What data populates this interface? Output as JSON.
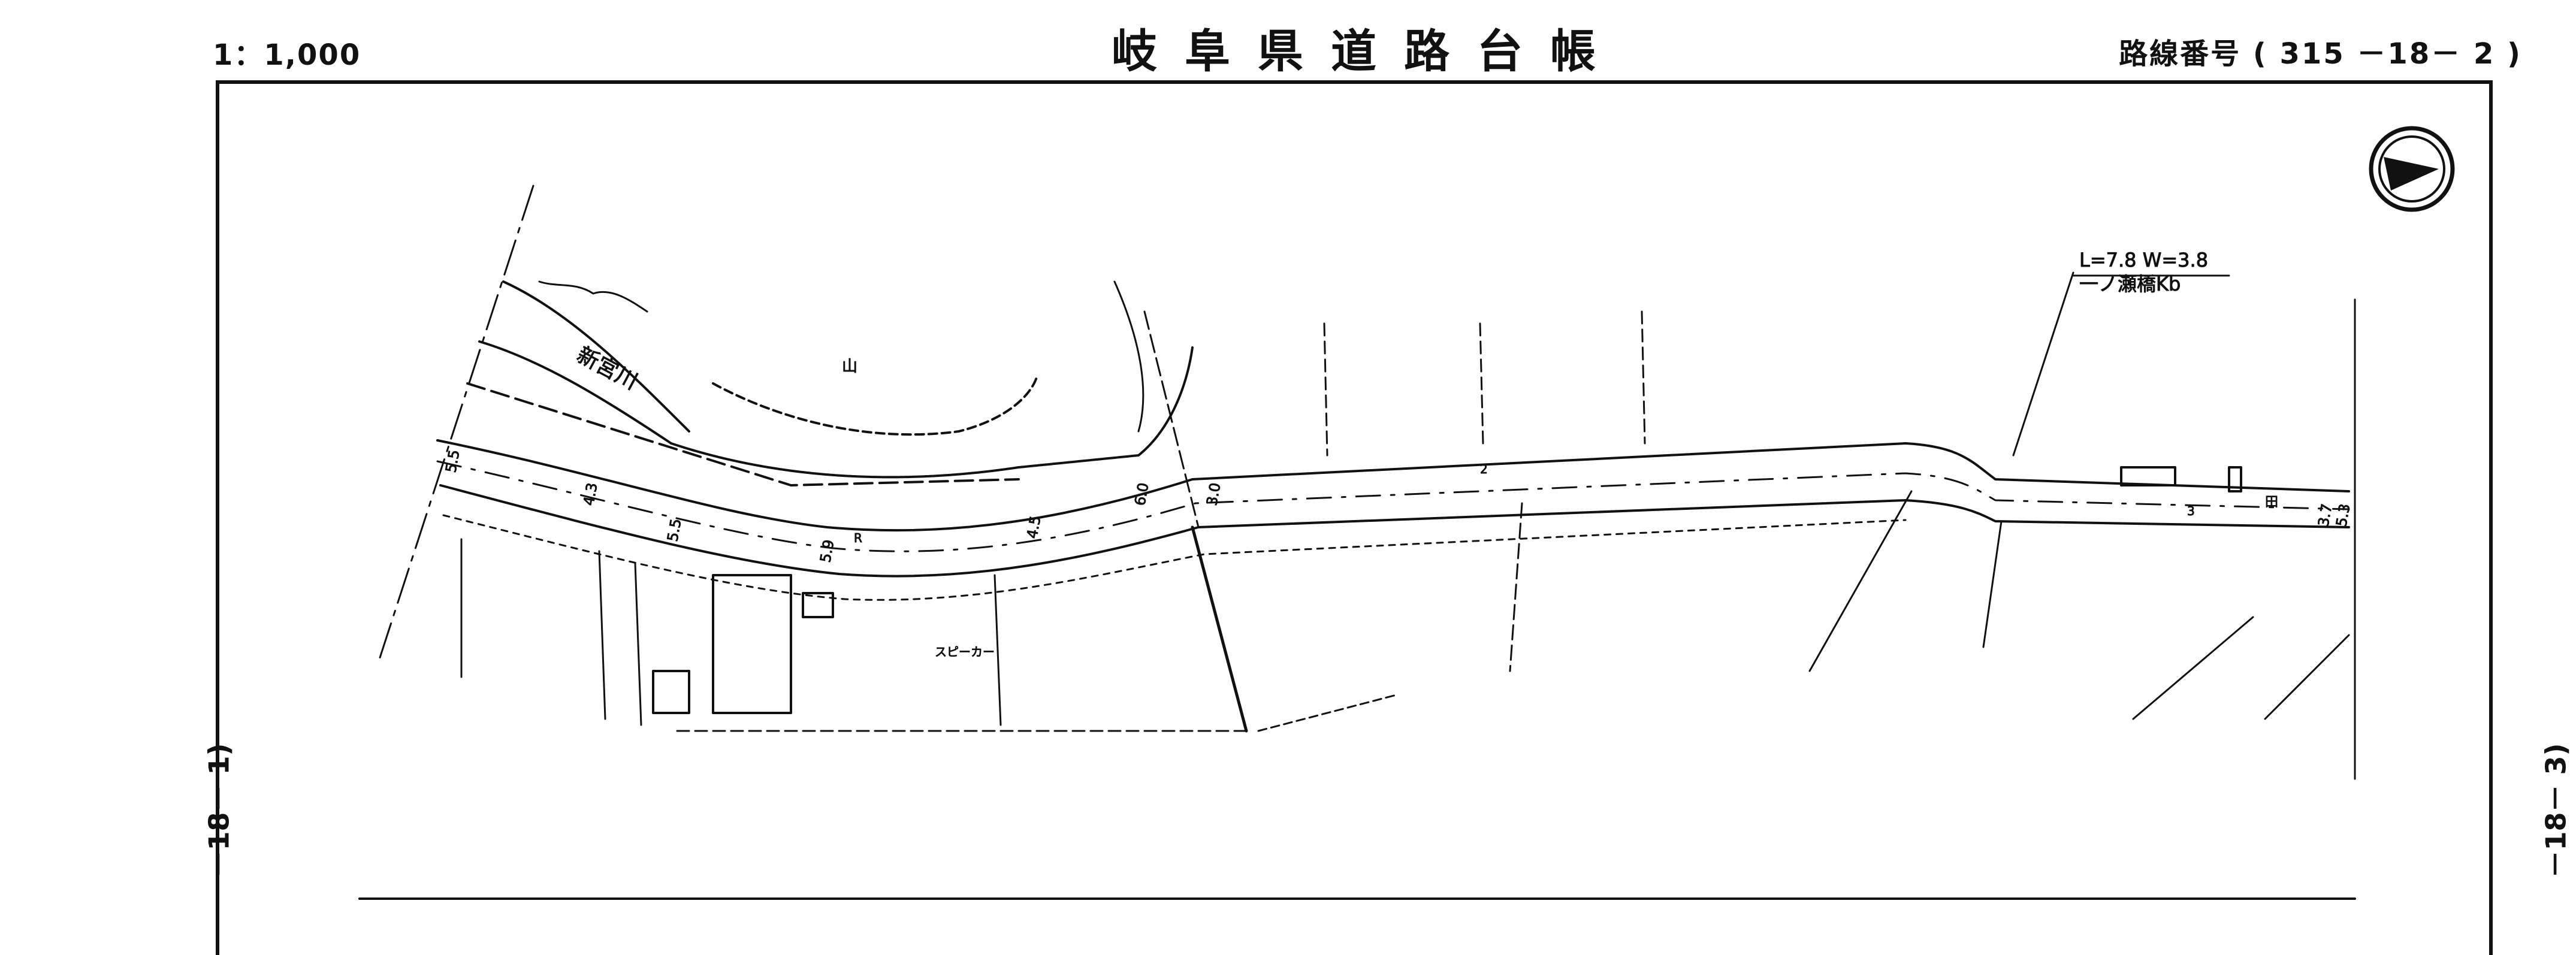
{
  "header": {
    "scale": "1：1,000",
    "title": "岐阜県道路台帳",
    "route_label": "路線番号",
    "route_number": "( 315 －18－ 2 )"
  },
  "sheet_refs": {
    "left": "－18－ 1)",
    "right": "－18－ 3)"
  },
  "map_labels": {
    "river": "新宮川",
    "bridge_dims": "L=7.8  W=3.8",
    "bridge_name": "一ノ瀬橋Kb",
    "speaker": "スピーカー",
    "mountain": "山",
    "field": "田",
    "widths": [
      "5.5",
      "4.3",
      "5.5",
      "5.9",
      "4.5",
      "6.0",
      "3.0",
      "3.7",
      "5.3"
    ],
    "points": [
      "R",
      "2",
      "3"
    ]
  },
  "icons": {
    "north_arrow": "north-arrow-icon"
  }
}
